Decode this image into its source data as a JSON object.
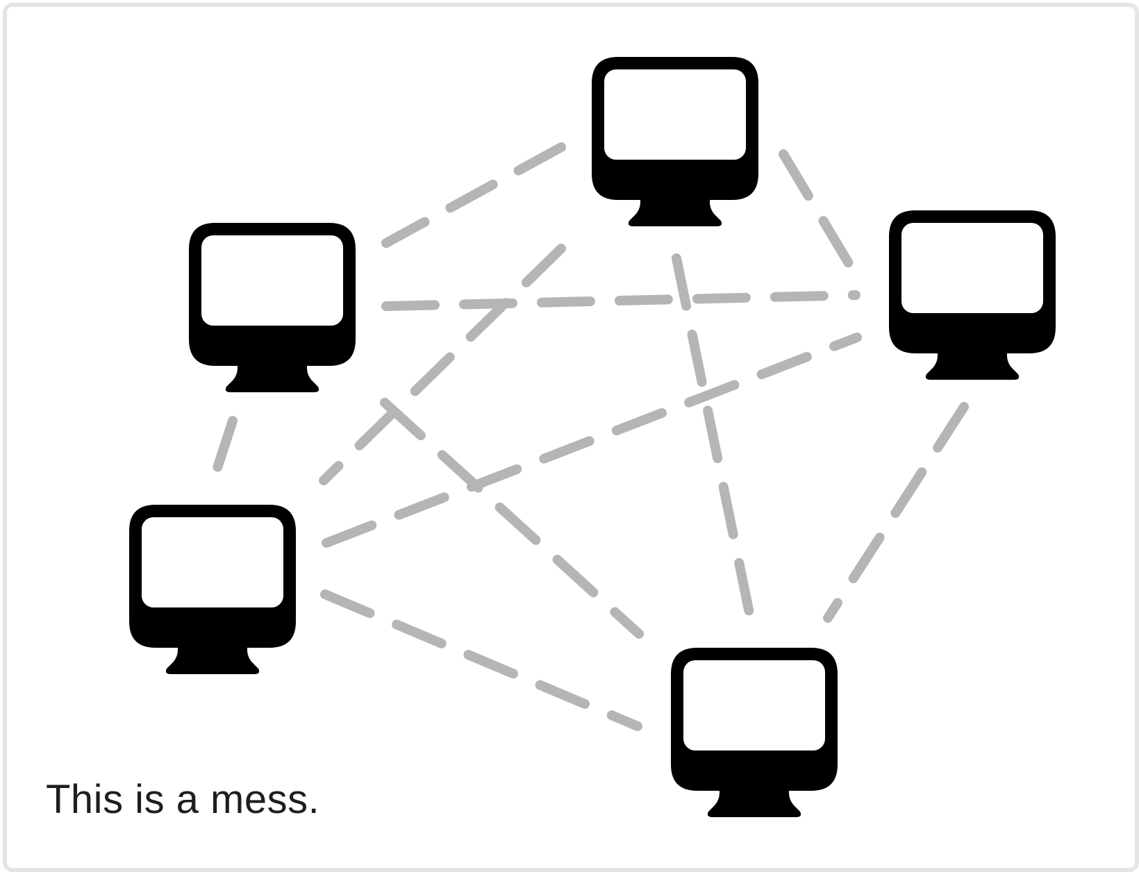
{
  "caption": "This is a mess.",
  "colors": {
    "link": "#b5b5b5",
    "monitor": "#000000",
    "screen": "#ffffff",
    "frame_border": "#e5e5e5",
    "caption_text": "#1e1e1e"
  },
  "diagram": {
    "nodes": [
      {
        "id": "top",
        "icon": "desktop-monitor-icon"
      },
      {
        "id": "upper-left",
        "icon": "desktop-monitor-icon"
      },
      {
        "id": "right",
        "icon": "desktop-monitor-icon"
      },
      {
        "id": "lower-left",
        "icon": "desktop-monitor-icon"
      },
      {
        "id": "bottom",
        "icon": "desktop-monitor-icon"
      }
    ],
    "edges": [
      {
        "from": "top",
        "to": "upper-left"
      },
      {
        "from": "top",
        "to": "right"
      },
      {
        "from": "top",
        "to": "bottom"
      },
      {
        "from": "top",
        "to": "lower-left"
      },
      {
        "from": "upper-left",
        "to": "right"
      },
      {
        "from": "upper-left",
        "to": "lower-left"
      },
      {
        "from": "upper-left",
        "to": "bottom"
      },
      {
        "from": "lower-left",
        "to": "right"
      },
      {
        "from": "lower-left",
        "to": "bottom"
      },
      {
        "from": "right",
        "to": "bottom"
      }
    ]
  }
}
